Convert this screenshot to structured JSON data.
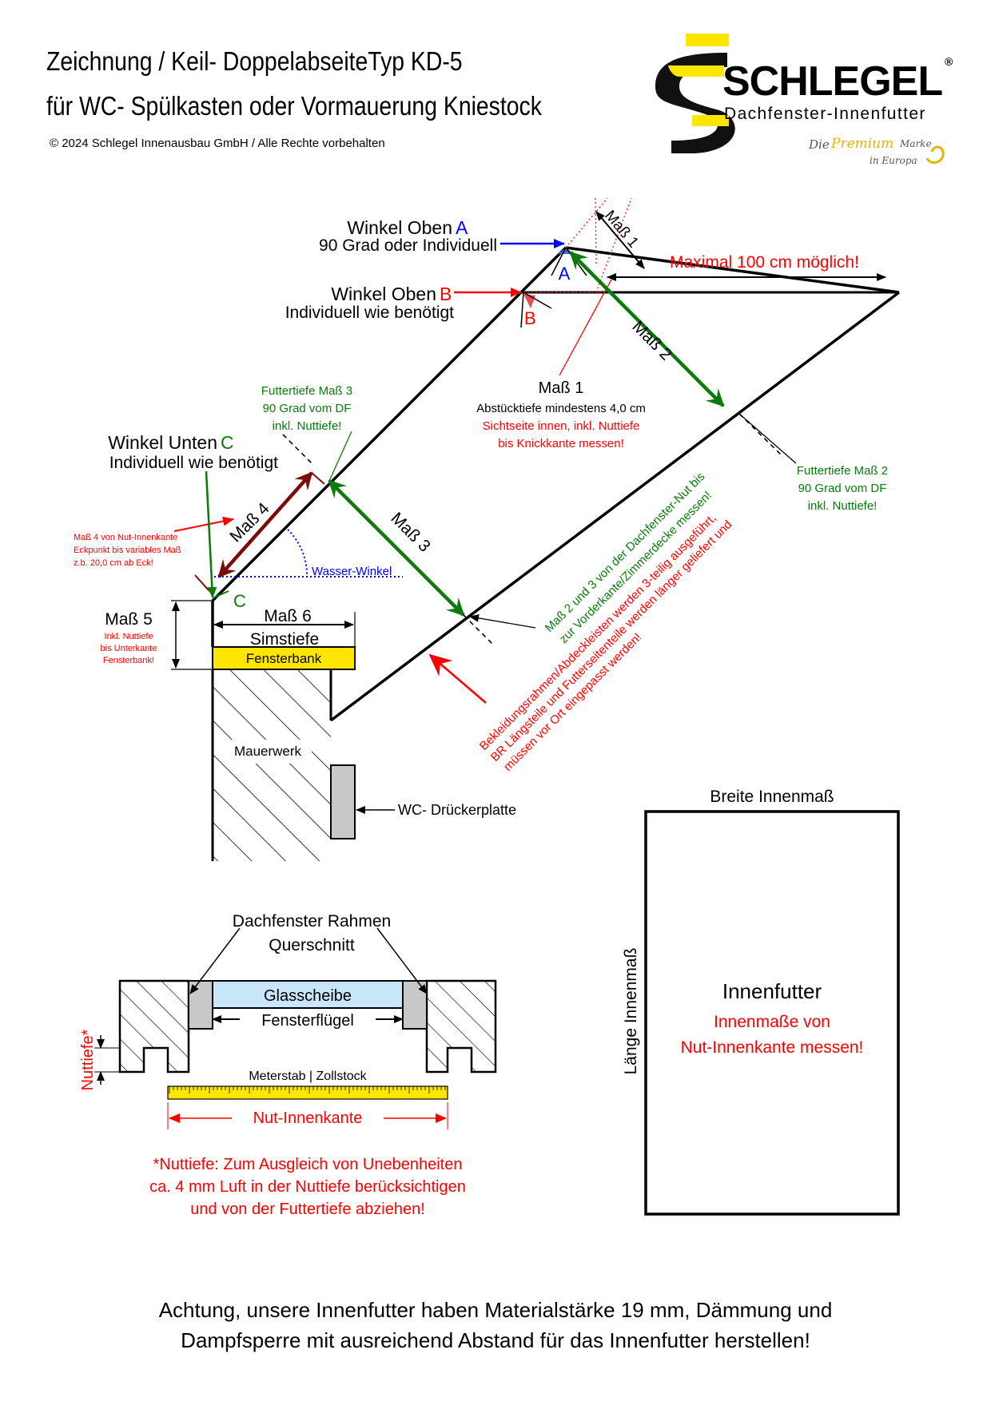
{
  "header": {
    "title_line1": "Zeichnung / Keil- DoppelabseiteTyp KD-5",
    "title_line2": "für WC- Spülkasten oder Vormauerung Kniestock",
    "copyright": "© 2024 Schlegel Innenausbau GmbH / Alle Rechte vorbehalten"
  },
  "logo": {
    "name": "SCHLEGEL",
    "registered": "®",
    "subtitle": "Dachfenster-Innenfutter",
    "tagline_1": "Die",
    "tagline_2": "Premium",
    "tagline_3": "Marke",
    "tagline_4": "in Europa"
  },
  "labels": {
    "winkel_oben_a": "Winkel Oben",
    "letter_a": "A",
    "grad_90_individuell": "90 Grad oder Individuell",
    "winkel_oben_b": "Winkel Oben",
    "letter_b": "B",
    "individuell_b": "Individuell wie benötigt",
    "mass1_top": "Maß 1",
    "maximal": "Maximal 100 cm möglich!",
    "mass2": "Maß 2",
    "mass1_note_title": "Maß 1",
    "mass1_note_2": "Abstücktiefe mindestens 4,0 cm",
    "mass1_note_3": "Sichtseite innen, inkl. Nuttiefe",
    "mass1_note_4": "bis Knickkante messen!",
    "ft3_1": "Futtertiefe Maß 3",
    "ft3_2": "90 Grad vom DF",
    "ft3_3": "inkl. Nuttiefe!",
    "winkel_unten": "Winkel Unten",
    "letter_c": "C",
    "individuell_c": "Individuell wie benötigt",
    "mass4": "Maß 4",
    "mass3": "Maß 3",
    "wasser_winkel": "Wasser-Winkel",
    "mass4_note_1": "Maß 4 von Nut-Innenkante",
    "mass4_note_2": "Eckpunkt bis variables Maß",
    "mass4_note_3": "z.b. 20,0 cm ab Eck!",
    "ft2_1": "Futtertiefe Maß 2",
    "ft2_2": "90 Grad vom DF",
    "ft2_3": "inkl. Nuttiefe!",
    "green_diag_1": "Maß 2 und 3 von der Dachfenster-Nut bis",
    "green_diag_2": "zur Vorderkante/Zimmerdecke messen!",
    "red_diag_1": "Bekleidungsrahmen/Abdeckleisten werden 3-teilig ausgeführt,",
    "red_diag_2": "BR Längsteile und Futterseitenteile werden länger geliefert und",
    "red_diag_3": "müssen vor Ort eingepasst werden!",
    "mass5": "Maß 5",
    "mass5_note_1": "Inkl. Nuttiefe",
    "mass5_note_2": "bis Unterkante",
    "mass5_note_3": "Fensterbank!",
    "mass6": "Maß 6",
    "simstiefe": "Simstiefe",
    "fensterbank": "Fensterbank",
    "mauerwerk": "Mauerwerk",
    "wc_druecker": "WC- Drückerplatte"
  },
  "cross_section": {
    "title_1": "Dachfenster Rahmen",
    "title_2": "Querschnitt",
    "glass": "Glasscheibe",
    "fensterfluegel": "Fensterflügel",
    "nuttiefe": "Nuttiefe*",
    "meterstab": "Meterstab | Zollstock",
    "nut_innenkante": "Nut-Innenkante",
    "note_1": "*Nuttiefe: Zum Ausgleich von Unebenheiten",
    "note_2": "ca. 4 mm Luft in der Nuttiefe berücksichtigen",
    "note_3": "und von der Futtertiefe abziehen!"
  },
  "inner_frame": {
    "breite": "Breite Innenmaß",
    "laenge": "Länge Innenmaß",
    "title": "Innenfutter",
    "note_1": "Innenmaße von",
    "note_2": "Nut-Innenkante messen!"
  },
  "footer": {
    "line1": "Achtung, unsere Innenfutter haben Materialstärke 19 mm, Dämmung und",
    "line2": "Dampfsperre mit ausreichend Abstand für das Innenfutter herstellen!"
  },
  "colors": {
    "red": "#ff0000",
    "green": "#0a7a0a",
    "dark_red": "#7a0b0b",
    "blue": "#0000ff",
    "yellow": "#ffe600",
    "glass": "#c9e6f8",
    "grey": "#c8c8c8"
  }
}
